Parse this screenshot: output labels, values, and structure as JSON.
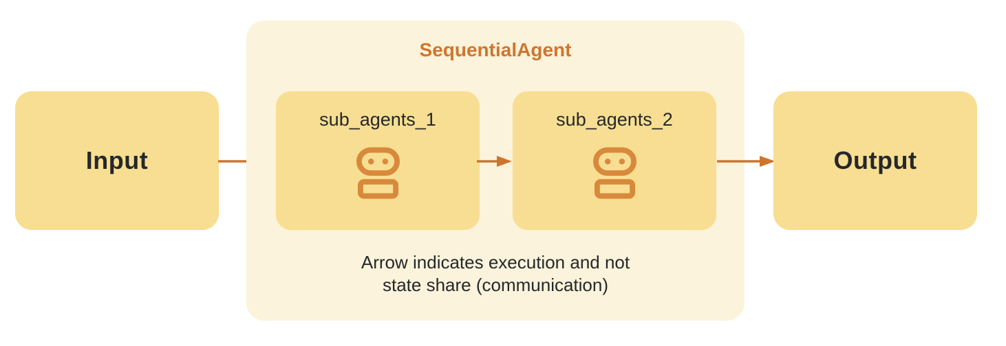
{
  "diagram": {
    "title": "SequentialAgent",
    "input": {
      "label": "Input"
    },
    "output": {
      "label": "Output"
    },
    "sub_agents": [
      {
        "label": "sub_agents_1",
        "icon": "robot-icon"
      },
      {
        "label": "sub_agents_2",
        "icon": "robot-icon"
      }
    ],
    "caption": {
      "line1": "Arrow indicates execution and not",
      "line2": "state share (communication)"
    },
    "colors": {
      "node_fill": "#F8DE92",
      "group_fill": "#FBF3DB",
      "title_orange": "#CF762E",
      "arrow_orange": "#CC752E",
      "icon_orange": "#D8893B",
      "text_dark": "#25282A"
    }
  }
}
